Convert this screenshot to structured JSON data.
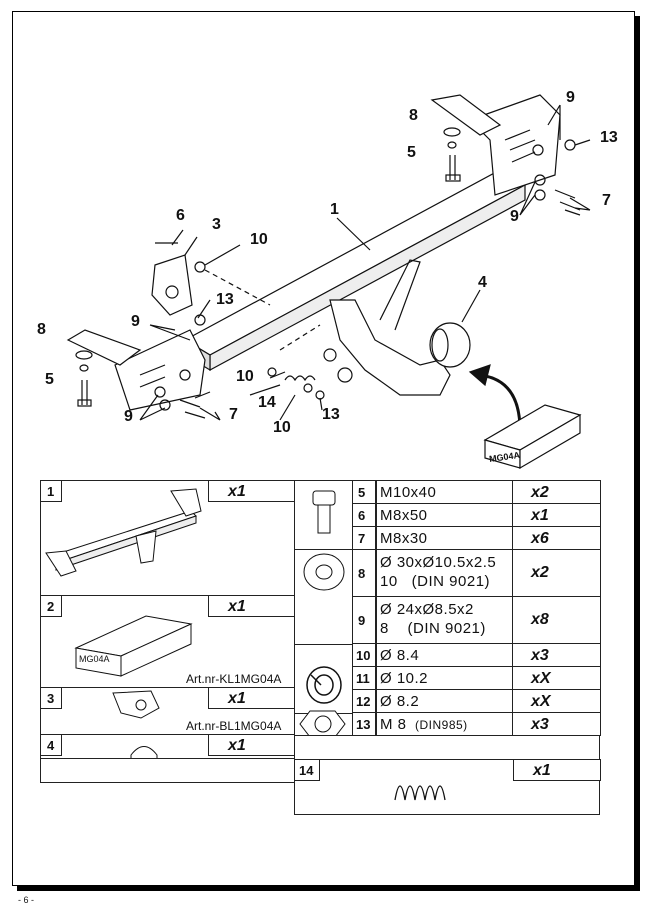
{
  "assembly": {
    "callouts": [
      "1",
      "3",
      "4",
      "5",
      "5",
      "6",
      "7",
      "7",
      "8",
      "8",
      "9",
      "9",
      "9",
      "9",
      "10",
      "10",
      "10",
      "13",
      "13",
      "13",
      "14"
    ],
    "kit_label": "MG04A"
  },
  "parts": [
    {
      "no": "1",
      "qty": "x1"
    },
    {
      "no": "2",
      "qty": "x1",
      "box_label": "MG04A",
      "article": "Art.nr-KL1MG04A"
    },
    {
      "no": "3",
      "qty": "x1",
      "article": "Art.nr-BL1MG04A"
    },
    {
      "no": "4",
      "qty": "x1"
    },
    {
      "no": "5",
      "spec": "M10x40",
      "qty": "x2"
    },
    {
      "no": "6",
      "spec": "M8x50",
      "qty": "x1"
    },
    {
      "no": "7",
      "spec": "M8x30",
      "qty": "x6"
    },
    {
      "no": "8",
      "spec": "Ø 30xØ10.5x2.5\n10   (DIN 9021)",
      "qty": "x2"
    },
    {
      "no": "9",
      "spec": "Ø 24xØ8.5x2\n8    (DIN 9021)",
      "qty": "x8"
    },
    {
      "no": "10",
      "spec": "Ø 8.4",
      "qty": "x3"
    },
    {
      "no": "11",
      "spec": "Ø 10.2",
      "qty": "xX"
    },
    {
      "no": "12",
      "spec": "Ø 8.2",
      "qty": "xX"
    },
    {
      "no": "13",
      "spec": "M 8",
      "spec_note": "(DIN985)",
      "qty": "x3"
    },
    {
      "no": "14",
      "qty": "x1"
    }
  ],
  "footer": {
    "page": "- 6 -"
  }
}
